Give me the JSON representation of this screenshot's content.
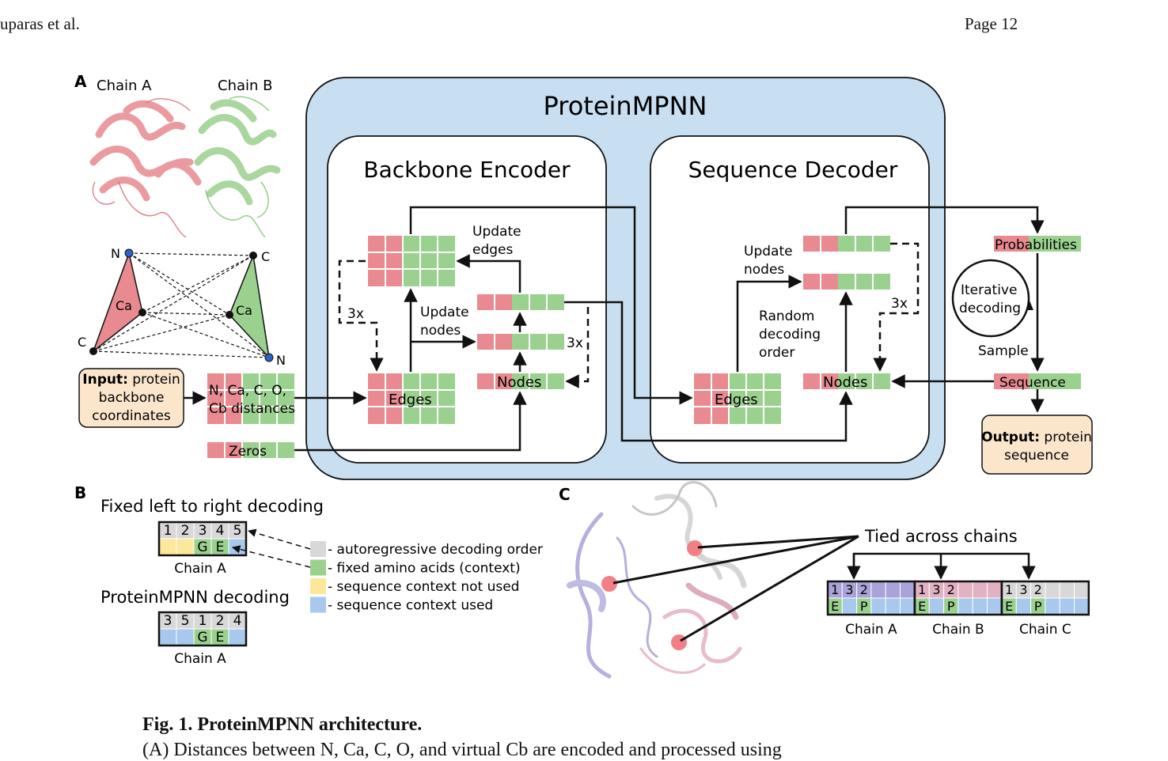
{
  "header": {
    "authors": "uparas et al.",
    "page": "Page 12"
  },
  "colors": {
    "red": "#e88a8f",
    "green": "#9bd18f",
    "blue_panel": "#c8dff2",
    "peach": "#fbe6cc",
    "grey": "#d8d8d8",
    "yellow": "#fce79a",
    "light_blue": "#a9c8ee",
    "purple": "#a9a3d9",
    "pink": "#e3b1c4"
  },
  "panelA": {
    "letter": "A",
    "chain_a": "Chain A",
    "chain_b": "Chain B",
    "atom_n": "N",
    "atom_c": "C",
    "atom_ca": "Ca",
    "input_bold": "Input:",
    "input_line1": " protein",
    "input_line2": "backbone",
    "input_line3": "coordinates",
    "distances_line1": "N, Ca, C, O,",
    "distances_line2": "Cb distances",
    "zeros": "Zeros",
    "proteinmpnn": "ProteinMPNN",
    "encoder_title": "Backbone Encoder",
    "decoder_title": "Sequence Decoder",
    "update_edges_1": "Update",
    "update_edges_2": "edges",
    "update_nodes_1": "Update",
    "update_nodes_2": "nodes",
    "repeat": "3x",
    "edges": "Edges",
    "nodes": "Nodes",
    "random_1": "Random",
    "random_2": "decoding",
    "random_3": "order",
    "probabilities": "Probabilities",
    "iterative_1": "Iterative",
    "iterative_2": "decoding",
    "sample": "Sample",
    "sequence": "Sequence",
    "output_bold": "Output:",
    "output_line1": " protein",
    "output_line2": "sequence"
  },
  "panelB": {
    "letter": "B",
    "fixed_title": "Fixed left to right decoding",
    "mpnn_title": "ProteinMPNN decoding",
    "chain_label": "Chain A",
    "fixed_order": [
      "1",
      "2",
      "3",
      "4",
      "5"
    ],
    "fixed_aa": [
      "",
      "",
      "G",
      "E",
      ""
    ],
    "mpnn_order": [
      "3",
      "5",
      "1",
      "2",
      "4"
    ],
    "mpnn_aa": [
      "",
      "",
      "G",
      "E",
      ""
    ],
    "legend": [
      {
        "label": "- autoregressive decoding order",
        "color": "#d8d8d8"
      },
      {
        "label": "- fixed amino acids (context)",
        "color": "#9bd18f"
      },
      {
        "label": "- sequence context not used",
        "color": "#fce79a"
      },
      {
        "label": "- sequence context used",
        "color": "#a9c8ee"
      }
    ]
  },
  "panelC": {
    "letter": "C",
    "tied": "Tied across chains",
    "chains": [
      {
        "label": "Chain A",
        "order": [
          "1",
          "3",
          "2",
          "",
          "",
          ""
        ],
        "aa": [
          "E",
          "",
          "P",
          "",
          "",
          ""
        ],
        "color": "#a9a3d9"
      },
      {
        "label": "Chain B",
        "order": [
          "1",
          "3",
          "2",
          "",
          "",
          ""
        ],
        "aa": [
          "E",
          "",
          "P",
          "",
          "",
          ""
        ],
        "color": "#e3b1c4"
      },
      {
        "label": "Chain C",
        "order": [
          "1",
          "3",
          "2",
          "",
          "",
          ""
        ],
        "aa": [
          "E",
          "",
          "P",
          "",
          "",
          ""
        ],
        "color": "#d8d8d8"
      }
    ]
  },
  "caption": {
    "title": "Fig. 1. ProteinMPNN architecture.",
    "body": "(A) Distances between N, Ca, C, O, and virtual Cb are encoded and processed using"
  }
}
